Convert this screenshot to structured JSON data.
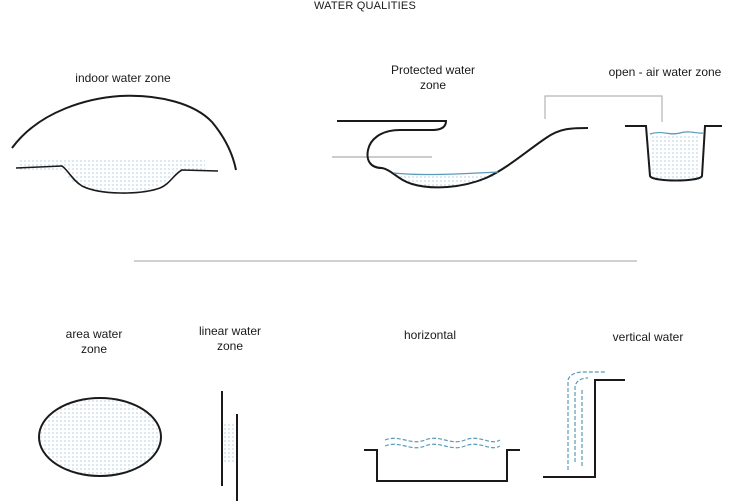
{
  "title": "WATER QUALITIES",
  "labels": {
    "indoor": "indoor water zone",
    "protected_line1": "Protected water",
    "protected_line2": "zone",
    "open_air": "open - air water zone",
    "area_line1": "area water",
    "area_line2": "zone",
    "linear_line1": "linear water",
    "linear_line2": "zone",
    "horizontal": "horizontal",
    "vertical": "vertical water"
  },
  "colors": {
    "stroke": "#1a1a1a",
    "water": "#5a9bb8",
    "dots": "#7fb3c9",
    "divider": "#b5b5b5"
  }
}
